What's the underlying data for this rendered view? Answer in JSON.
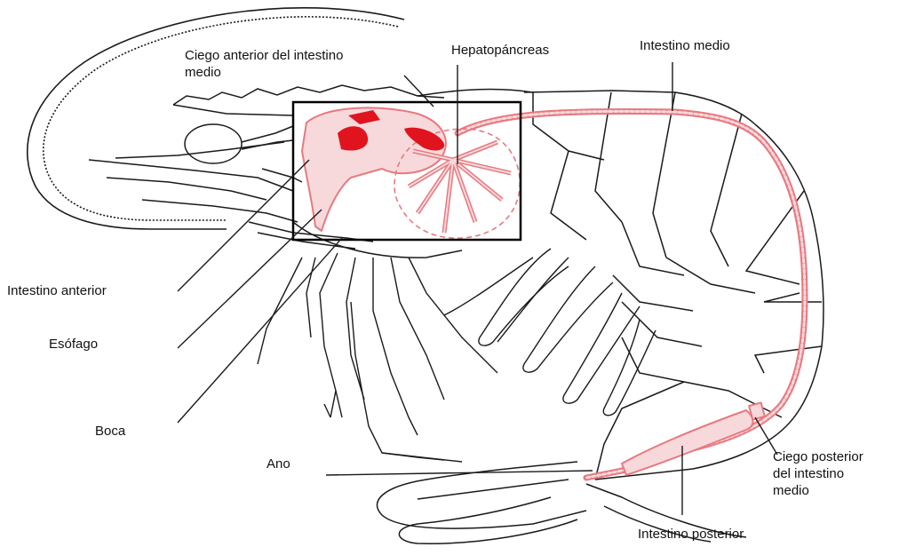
{
  "labels": {
    "ciego_anterior": {
      "line1": "Ciego anterior del intestino",
      "line2": "medio"
    },
    "hepatopancreas": "Hepatopáncreas",
    "intestino_medio": "Intestino medio",
    "intestino_anterior": "Intestino anterior",
    "esofago": "Esófago",
    "boca": "Boca",
    "ano": "Ano",
    "ciego_posterior": {
      "line1": "Ciego posterior",
      "line2": "del intestino",
      "line3": "medio"
    },
    "intestino_posterior": "Intestino posterior"
  },
  "colors": {
    "outline": "#1a1a1a",
    "digestive_tract": "#e8797f",
    "digestive_fill": "#f7d9dc",
    "organ_solid": "#e0141e",
    "highlight_box": "#000000"
  }
}
